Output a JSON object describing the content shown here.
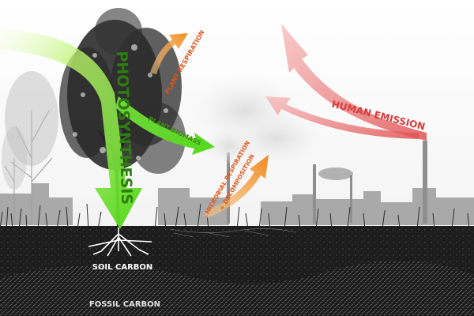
{
  "labels": {
    "photosynthesis": "PHOTOSYNTHESIS",
    "plant_respiration": "PLANT RESPIRATION",
    "plant_biomass": "PLANT BIOMASS",
    "microbial_respiration_line1": "MICROBIAL RESPIRATION",
    "microbial_respiration_line2": "+ DECOMPOSITION",
    "human_emission": "HUMAN EMISSION",
    "soil_carbon": "SOIL CARBON",
    "fossil_carbon": "FOSSIL CARBON"
  },
  "colors": {
    "photosynthesis_arrow": "#5fe01a",
    "respiration_arrow": "#f08a1e",
    "respiration_text": "#e0561b",
    "human_emission_arrow": "#f08080",
    "human_emission_text": "#d93a3a",
    "soil": "#1c1c1c",
    "sky": "#ffffff"
  }
}
